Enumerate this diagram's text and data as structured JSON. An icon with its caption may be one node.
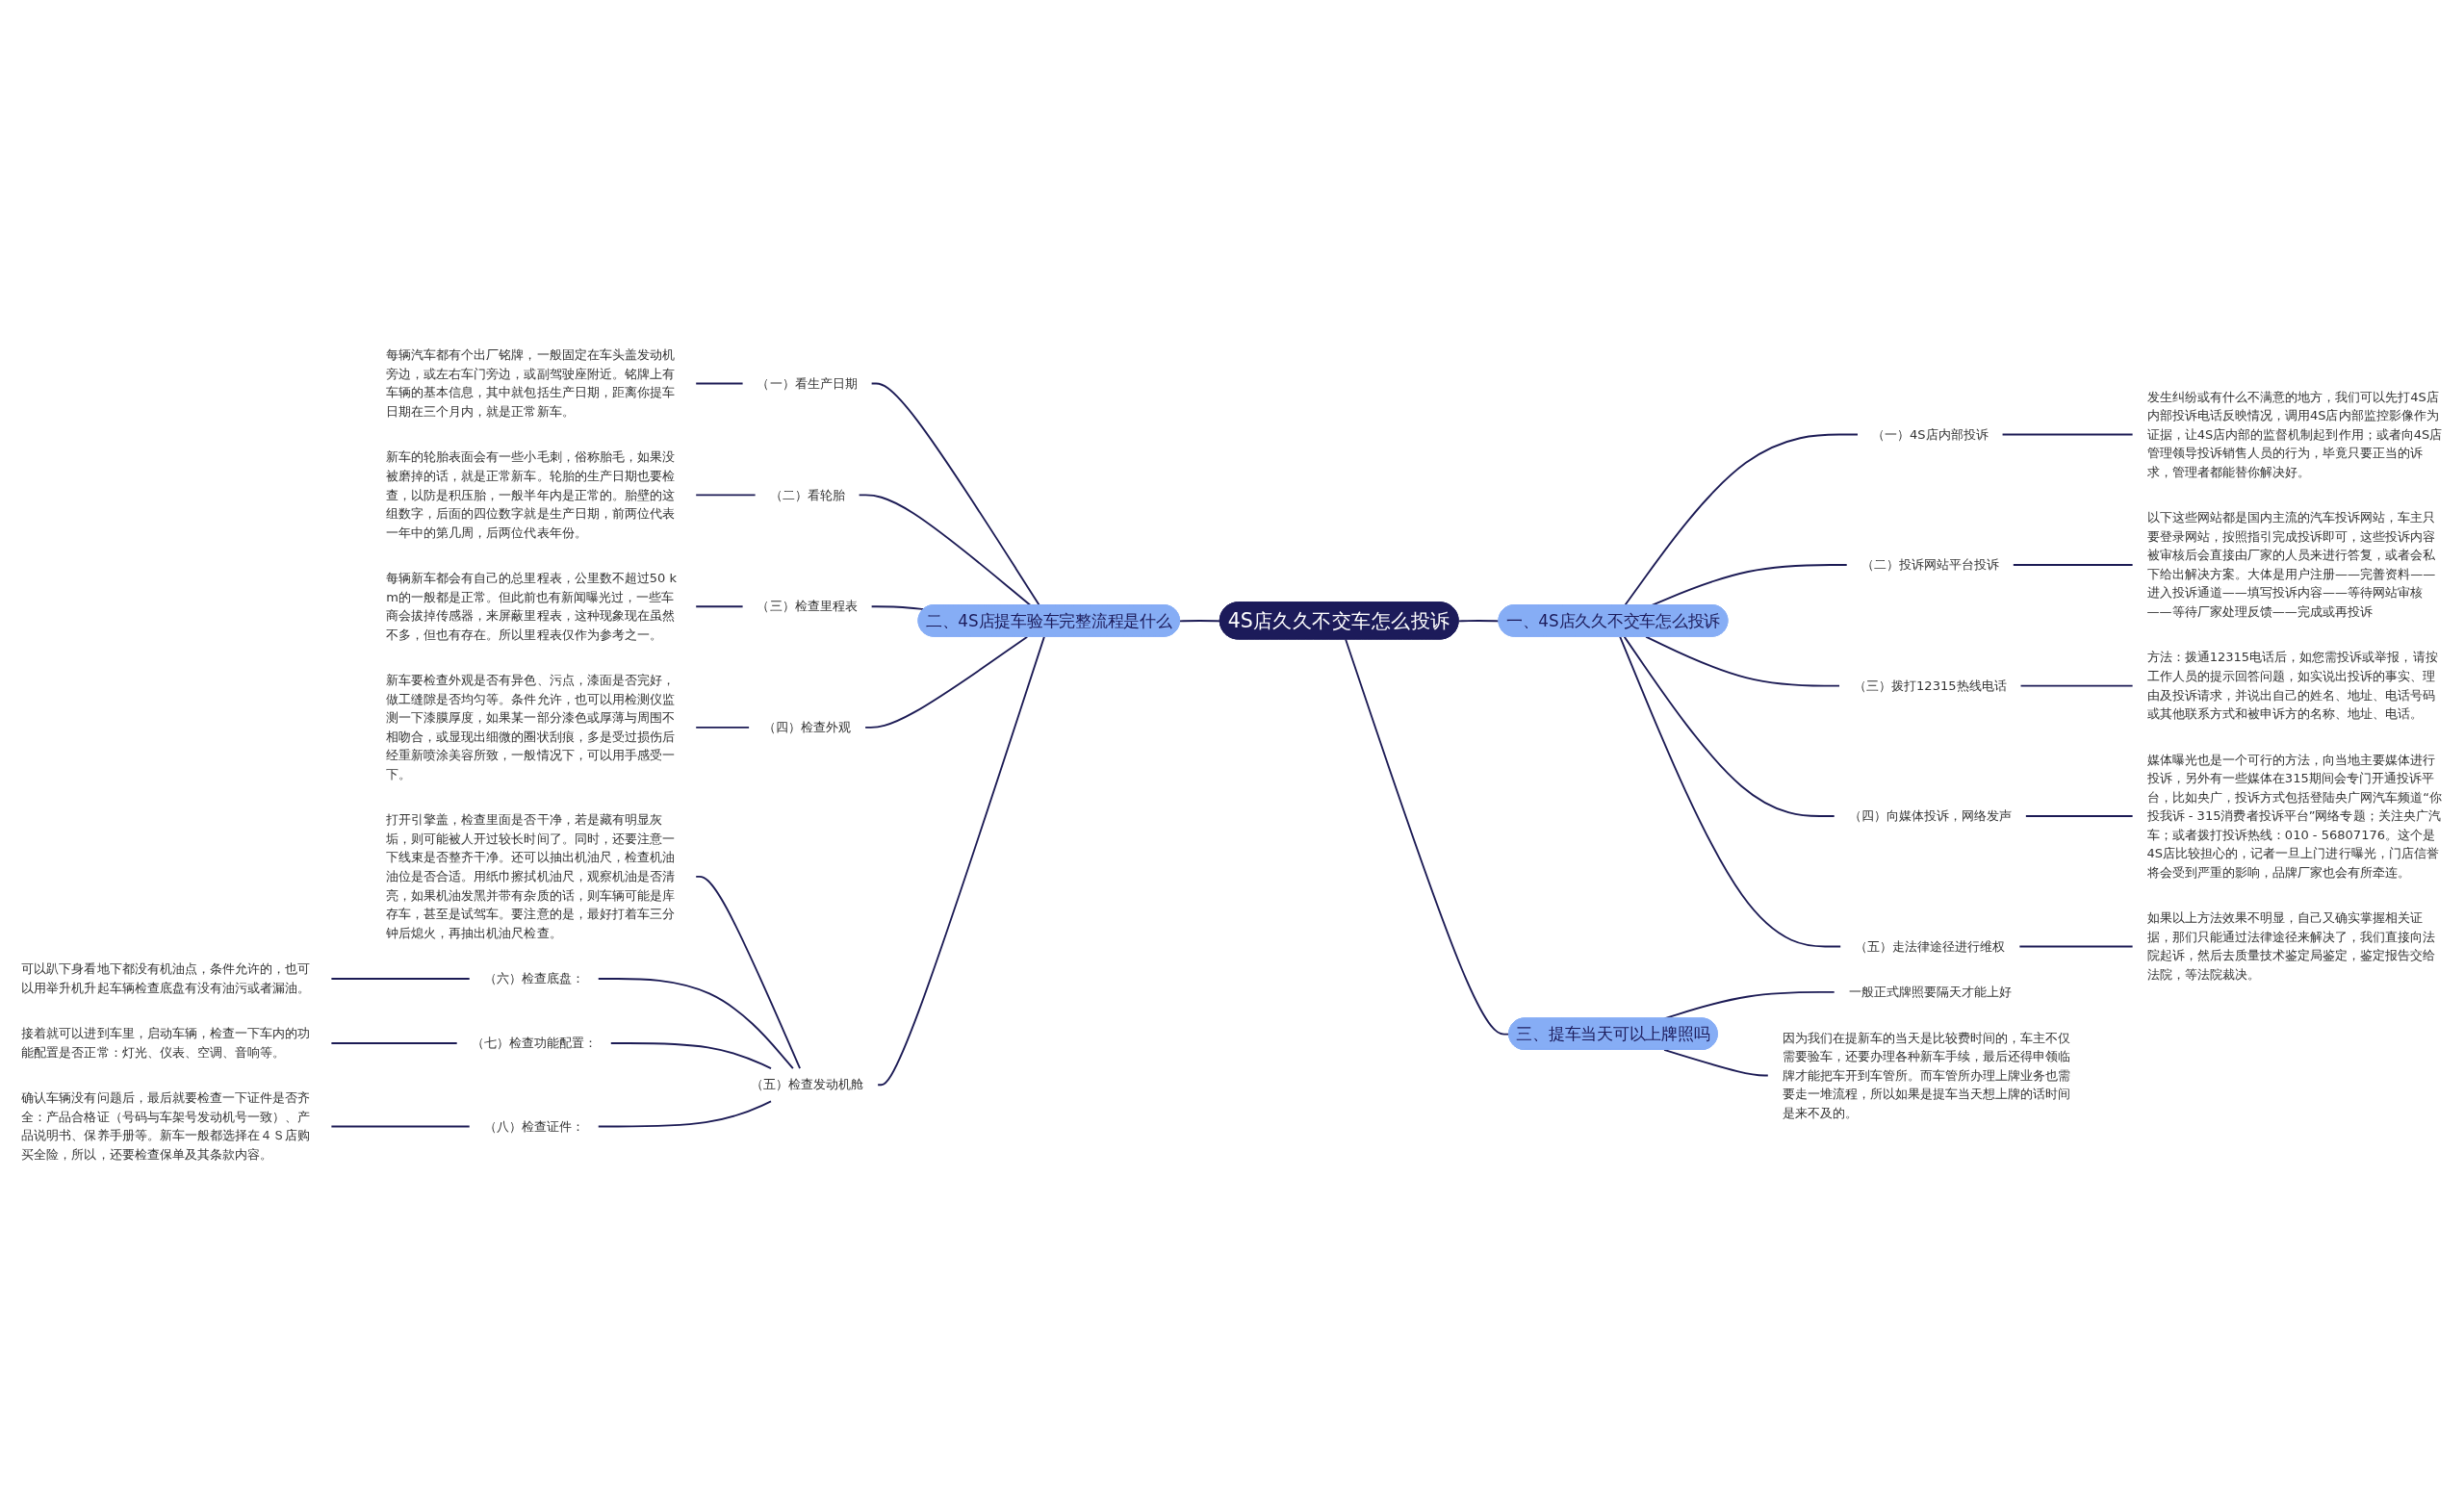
{
  "diagram": {
    "nodes": [
      {
        "text": [
          "4S店久久不交车怎么投诉"
        ]
      },
      {
        "text": [
          "一、4S店久久不交车怎么投诉"
        ]
      },
      {
        "text": [
          "（一）4S店内部投诉"
        ]
      },
      {
        "text": [
          "发生纠纷或有什么不满意的地方，我们可以先打4S店内部投诉电话反映情况，调用4S店内部监控影像作为证据，让4S店内部的监督机制起到作用；或者向4S店管理领导投诉销售人员的行为，毕竟只要正当的诉求，管理者都能替你解决好。"
        ]
      },
      {
        "text": [
          "（二）投诉网站平台投诉"
        ]
      },
      {
        "text": [
          "以下这些网站都是国内主流的汽车投诉网站，车主只要登录网站，按照指引完成投诉即可，这些投诉内容被审核后会直接由厂家的人员来进行答复，或者会私下给出解决方案。大体是用户注册——完善资料——进入投诉通道——填写投诉内容——等待网站审核——等待厂家处理反馈——完成或再投诉"
        ]
      },
      {
        "text": [
          "（三）拨打12315热线电话"
        ]
      },
      {
        "text": [
          "方法：拨通12315电话后，如您需投诉或举报，请按工作人员的提示回答问题，如实说出投诉的事实、理由及投诉请求，并说出自己的姓名、地址、电话号码或其他联系方式和被申诉方的名称、地址、电话。"
        ]
      },
      {
        "text": [
          "（四）向媒体投诉，网络发声"
        ]
      },
      {
        "text": [
          "媒体曝光也是一个可行的方法，向当地主要媒体进行投诉，另外有一些媒体在315期间会专门开通投诉平台，比如央广，投诉方式包括登陆央广网汽车频道“你投我诉 - 315消费者投诉平台”网络专题；关注央广汽车；或者拨打投诉热线：010 - 56807176。这个是4S店比较担心的，记者一旦上门进行曝光，门店信誉将会受到严重的影响，品牌厂家也会有所牵连。"
        ]
      },
      {
        "text": [
          "（五）走法律途径进行维权"
        ]
      },
      {
        "text": [
          "如果以上方法效果不明显，自己又确实掌握相关证据，那们只能通过法律途径来解决了，我们直接向法院起诉，然后去质量技术鉴定局鉴定，鉴定报告交给法院，等法院裁决。"
        ]
      },
      {
        "text": [
          "二、4S店提车验车完整流程是什么"
        ]
      },
      {
        "text": [
          "（一）看生产日期"
        ]
      },
      {
        "text": [
          "每辆汽车都有个出厂铭牌，一般固定在车头盖发动机旁边，或左右车门旁边，或副驾驶座附近。铭牌上有车辆的基本信息，其中就包括生产日期，距离你提车日期在三个月内，就是正常新车。"
        ]
      },
      {
        "text": [
          "（二）看轮胎"
        ]
      },
      {
        "text": [
          "新车的轮胎表面会有一些小毛刺，俗称胎毛，如果没被磨掉的话，就是正常新车。轮胎的生产日期也要检查，以防是积压胎，一般半年内是正常的。胎壁的这组数字，后面的四位数字就是生产日期，前两位代表一年中的第几周，后两位代表年份。"
        ]
      },
      {
        "text": [
          "（三）检查里程表"
        ]
      },
      {
        "text": [
          "每辆新车都会有自己的总里程表，公里数不超过50 k m的一般都是正常。但此前也有新闻曝光过，一些车商会拔掉传感器，来屏蔽里程表，这种现象现在虽然不多，但也有存在。所以里程表仅作为参考之一。"
        ]
      },
      {
        "text": [
          "（四）检查外观"
        ]
      },
      {
        "text": [
          "新车要检查外观是否有异色、污点，漆面是否完好，做工缝隙是否均匀等。条件允许，也可以用检测仪监测一下漆膜厚度，如果某一部分漆色或厚薄与周围不相吻合，或显现出细微的圈状刮痕，多是受过损伤后经重新喷涂美容所致，一般情况下，可以用手感受一下。"
        ]
      },
      {
        "text": [
          "（五）检查发动机舱"
        ]
      },
      {
        "text": [
          "打开引擎盖，检查里面是否干净，若是藏有明显灰垢，则可能被人开过较长时间了。同时，还要注意一下线束是否整齐干净。还可以抽出机油尺，检查机油油位是否合适。用纸巾擦拭机油尺，观察机油是否清亮，如果机油发黑并带有杂质的话，则车辆可能是库存车，甚至是试驾车。要注意的是，最好打着车三分钟后熄火，再抽出机油尺检查。"
        ]
      },
      {
        "text": [
          "（六）检查底盘："
        ]
      },
      {
        "text": [
          "可以趴下身看地下都没有机油点，条件允许的，也可以用举升机升起车辆检查底盘有没有油污或者漏油。"
        ]
      },
      {
        "text": [
          "（七）检查功能配置："
        ]
      },
      {
        "text": [
          "接着就可以进到车里，启动车辆，检查一下车内的功能配置是否正常：灯光、仪表、空调、音响等。"
        ]
      },
      {
        "text": [
          "（八）检查证件："
        ]
      },
      {
        "text": [
          "确认车辆没有问题后，最后就要检查一下证件是否齐全：产品合格证（号码与车架号发动机号一致）、产品说明书、保养手册等。新车一般都选择在４Ｓ店购买全险，所以，还要检查保单及其条款内容。"
        ]
      },
      {
        "text": [
          "三、提车当天可以上牌照吗"
        ]
      },
      {
        "text": [
          "一般正式牌照要隔天才能上好"
        ]
      },
      {
        "text": [
          "因为我们在提新车的当天是比较费时间的，车主不仅需要验车，还要办理各种新车手续，最后还得申领临牌才能把车开到车管所。而车管所办理上牌业务也需要走一堆流程，所以如果是提车当天想上牌的话时间是来不及的。"
        ]
      }
    ],
    "edges": [
      {
        "from": 0,
        "to": 1,
        "arrow": "none"
      },
      {
        "from": 1,
        "to": 2,
        "arrow": "none"
      },
      {
        "from": 2,
        "to": 3,
        "arrow": "none"
      },
      {
        "from": 1,
        "to": 4,
        "arrow": "none"
      },
      {
        "from": 4,
        "to": 5,
        "arrow": "none"
      },
      {
        "from": 1,
        "to": 6,
        "arrow": "none"
      },
      {
        "from": 6,
        "to": 7,
        "arrow": "none"
      },
      {
        "from": 1,
        "to": 8,
        "arrow": "none"
      },
      {
        "from": 8,
        "to": 9,
        "arrow": "none"
      },
      {
        "from": 1,
        "to": 10,
        "arrow": "none"
      },
      {
        "from": 10,
        "to": 11,
        "arrow": "none"
      },
      {
        "from": 12,
        "to": 0,
        "arrow": "none"
      },
      {
        "from": 13,
        "to": 12,
        "arrow": "none"
      },
      {
        "from": 14,
        "to": 13,
        "arrow": "none"
      },
      {
        "from": 15,
        "to": 12,
        "arrow": "none"
      },
      {
        "from": 16,
        "to": 15,
        "arrow": "none"
      },
      {
        "from": 17,
        "to": 12,
        "arrow": "none"
      },
      {
        "from": 18,
        "to": 17,
        "arrow": "none"
      },
      {
        "from": 19,
        "to": 12,
        "arrow": "none"
      },
      {
        "from": 20,
        "to": 19,
        "arrow": "none"
      },
      {
        "from": 21,
        "to": 12,
        "arrow": "none"
      },
      {
        "from": 22,
        "to": 21,
        "arrow": "none"
      },
      {
        "from": 23,
        "to": 21,
        "arrow": "none"
      },
      {
        "from": 24,
        "to": 23,
        "arrow": "none"
      },
      {
        "from": 25,
        "to": 21,
        "arrow": "none"
      },
      {
        "from": 26,
        "to": 25,
        "arrow": "none"
      },
      {
        "from": 27,
        "to": 21,
        "arrow": "none"
      },
      {
        "from": 28,
        "to": 27,
        "arrow": "none"
      },
      {
        "from": 0,
        "to": 29,
        "arrow": "none"
      },
      {
        "from": 29,
        "to": 30,
        "arrow": "none"
      },
      {
        "from": 29,
        "to": 31,
        "arrow": "none"
      }
    ]
  }
}
